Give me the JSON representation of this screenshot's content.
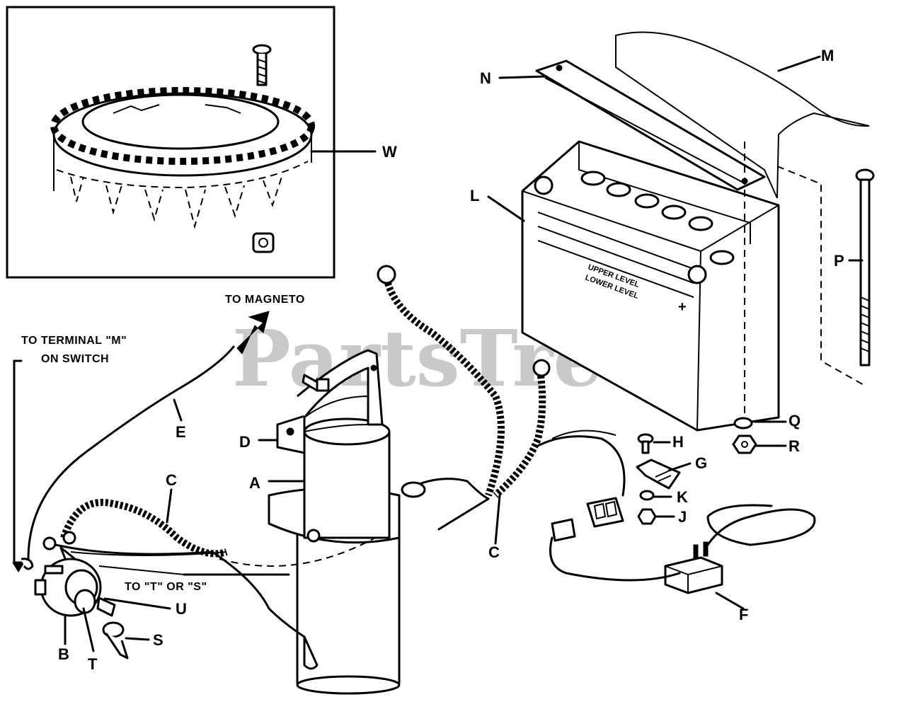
{
  "watermark": {
    "text": "PartsTree",
    "trademark": "™"
  },
  "notes": {
    "to_magneto": "TO MAGNETO",
    "to_terminal_line1": "TO TERMINAL \"M\"",
    "to_terminal_line2": "ON SWITCH",
    "to_t_or_s": "TO \"T\" OR \"S\""
  },
  "battery_markings": {
    "upper_level": "UPPER LEVEL",
    "lower_level": "LOWER LEVEL",
    "plus": "+"
  },
  "callouts": {
    "A": "A",
    "B": "B",
    "C1": "C",
    "C2": "C",
    "D": "D",
    "E": "E",
    "F": "F",
    "G": "G",
    "H": "H",
    "J": "J",
    "K": "K",
    "L": "L",
    "M": "M",
    "N": "N",
    "P": "P",
    "Q": "Q",
    "R": "R",
    "S": "S",
    "T": "T",
    "U": "U",
    "W": "W"
  }
}
